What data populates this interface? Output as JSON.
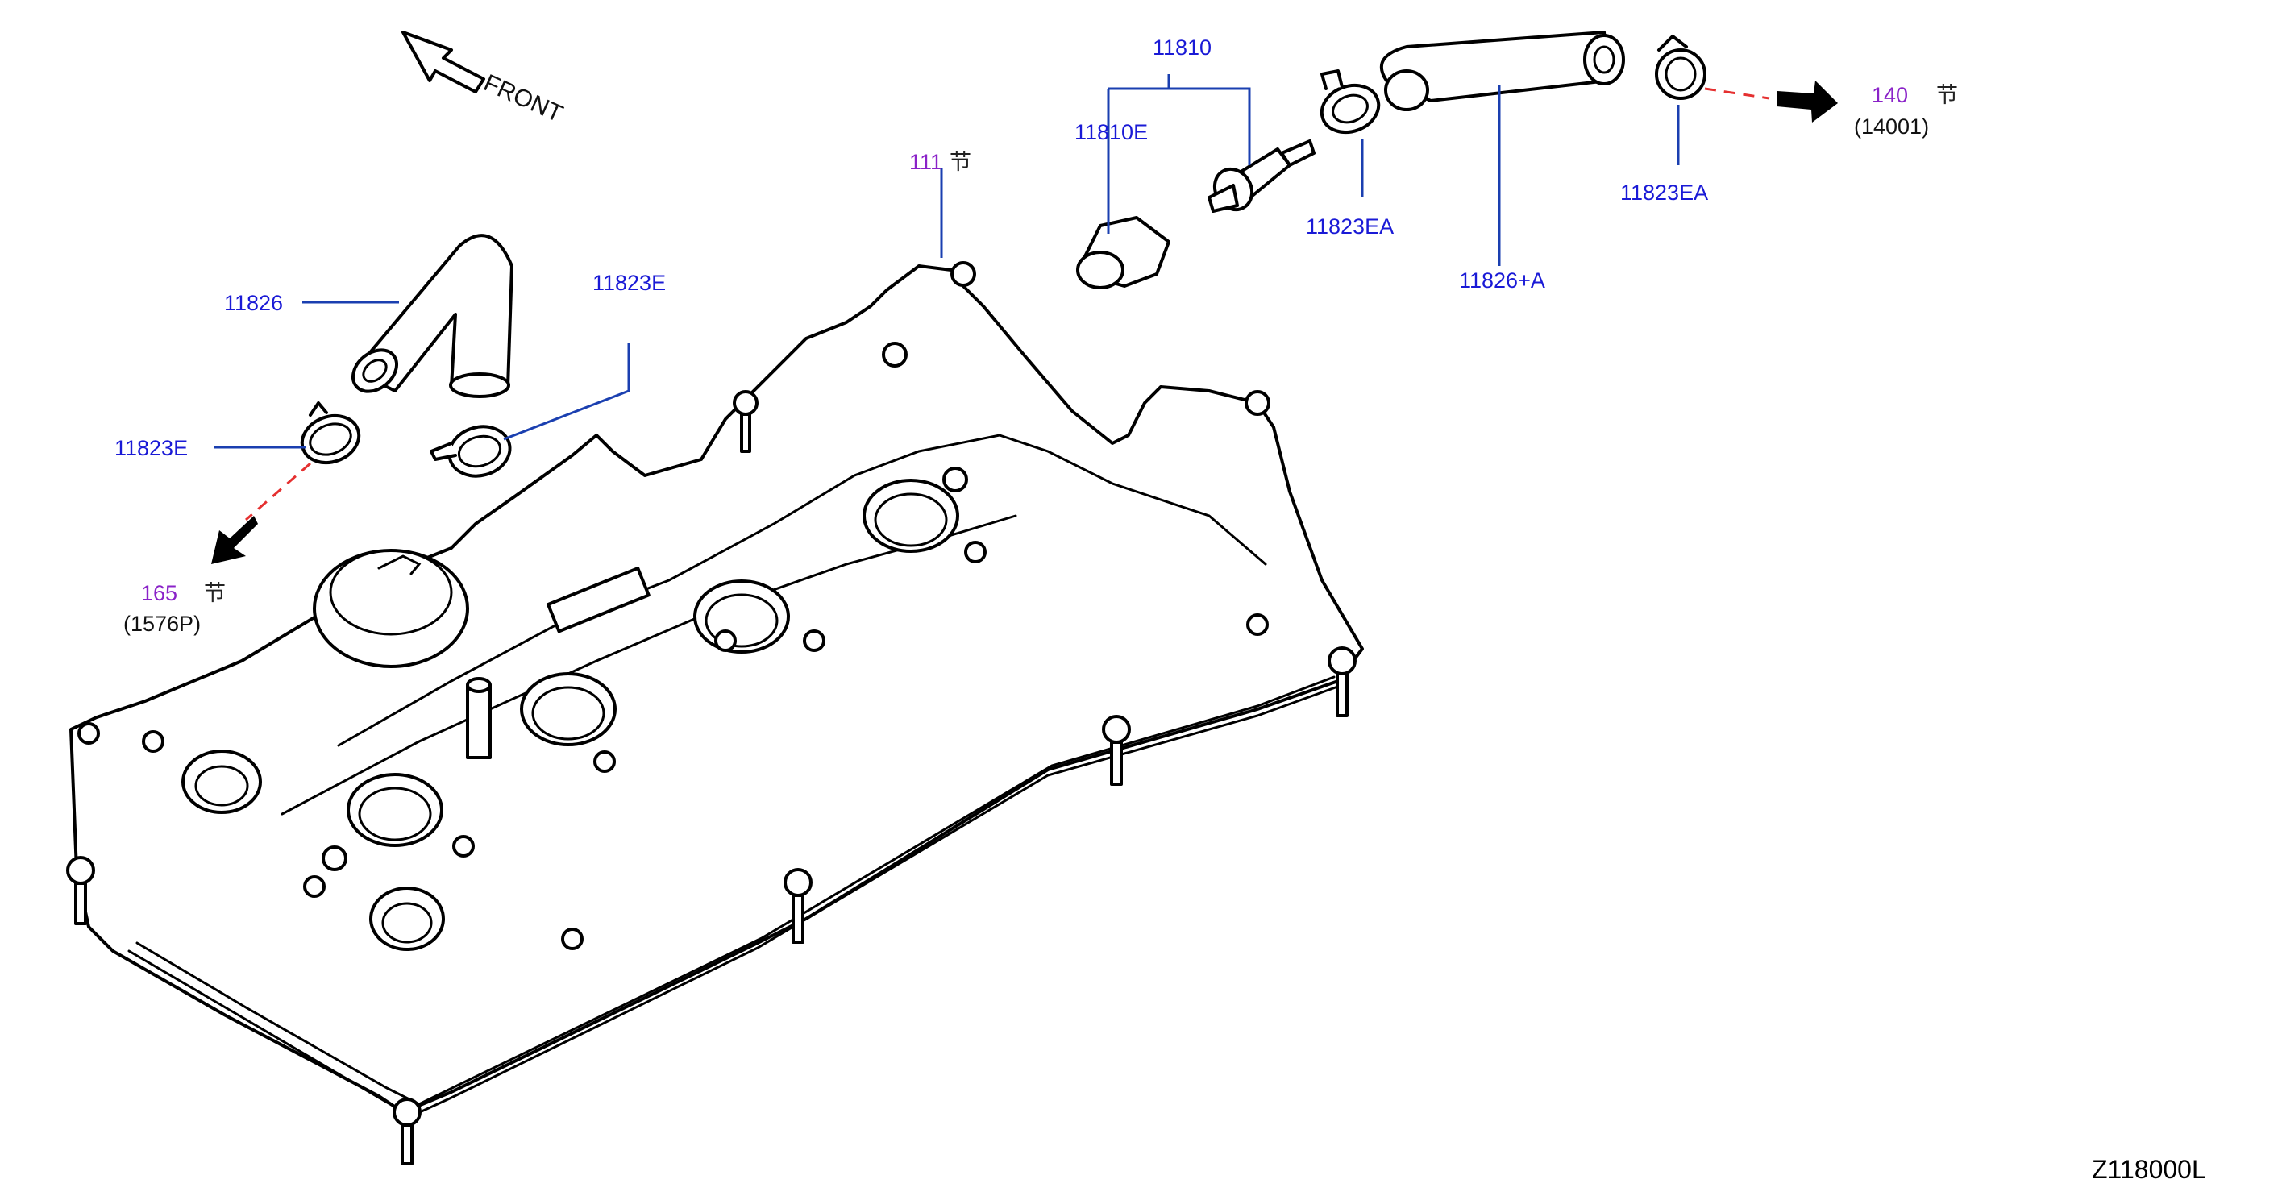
{
  "front_label": "FRONT",
  "parts": {
    "valve_assy": "11810",
    "grommet": "11810E",
    "hose_front": "11826",
    "clamp_e_upper": "11823E",
    "clamp_e_lower": "11823E",
    "clamp_ea_left": "11823EA",
    "hose_rear": "11826+A",
    "clamp_ea_right": "11823EA"
  },
  "section_refs": {
    "cover": {
      "number": "111",
      "glyph": "节"
    },
    "right": {
      "number": "140",
      "glyph": "节",
      "sub": "(14001)"
    },
    "left": {
      "number": "165",
      "glyph": "节",
      "sub": "(1576P)"
    }
  },
  "diagram_code": "Z118000L",
  "colors": {
    "label": "#1a1ad6",
    "section": "#8a22c8",
    "leader": "#1a3fb0",
    "dashed": "#e53030"
  },
  "icons": [
    "front-arrow-icon",
    "arrow-right-icon",
    "arrow-down-left-icon"
  ]
}
